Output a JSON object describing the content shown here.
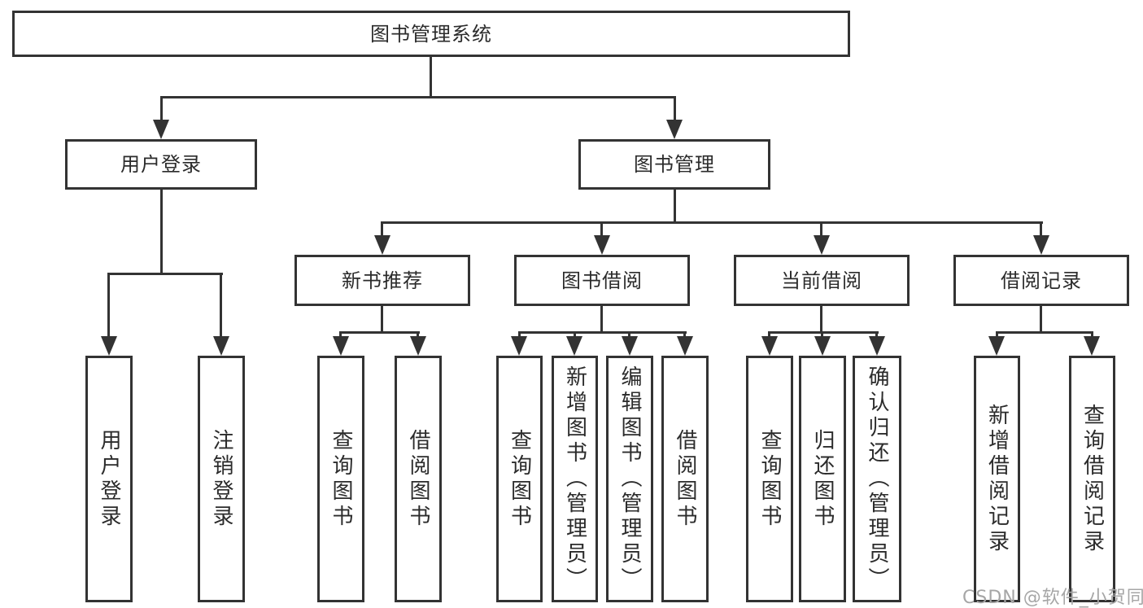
{
  "root": {
    "label": "图书管理系统"
  },
  "user_login": {
    "label": "用户登录",
    "children": [
      {
        "label": "用户登录"
      },
      {
        "label": "注销登录"
      }
    ]
  },
  "book_mgmt": {
    "label": "图书管理",
    "groups": [
      {
        "label": "新书推荐",
        "children": [
          {
            "label": "查询图书"
          },
          {
            "label": "借阅图书"
          }
        ]
      },
      {
        "label": "图书借阅",
        "children": [
          {
            "label": "查询图书"
          },
          {
            "label": "新增图书（管理员）"
          },
          {
            "label": "编辑图书（管理员）"
          },
          {
            "label": "借阅图书"
          }
        ]
      },
      {
        "label": "当前借阅",
        "children": [
          {
            "label": "查询图书"
          },
          {
            "label": "归还图书"
          },
          {
            "label": "确认归还（管理员）"
          }
        ]
      },
      {
        "label": "借阅记录",
        "children": [
          {
            "label": "新增借阅记录"
          },
          {
            "label": "查询借阅记录"
          }
        ]
      }
    ]
  },
  "watermark": {
    "text": "CSDN @软件_小贺同学"
  },
  "colors": {
    "line": "#333333",
    "text": "#2b2b2b",
    "background": "#ffffff",
    "watermark": "#a6a6a6"
  }
}
